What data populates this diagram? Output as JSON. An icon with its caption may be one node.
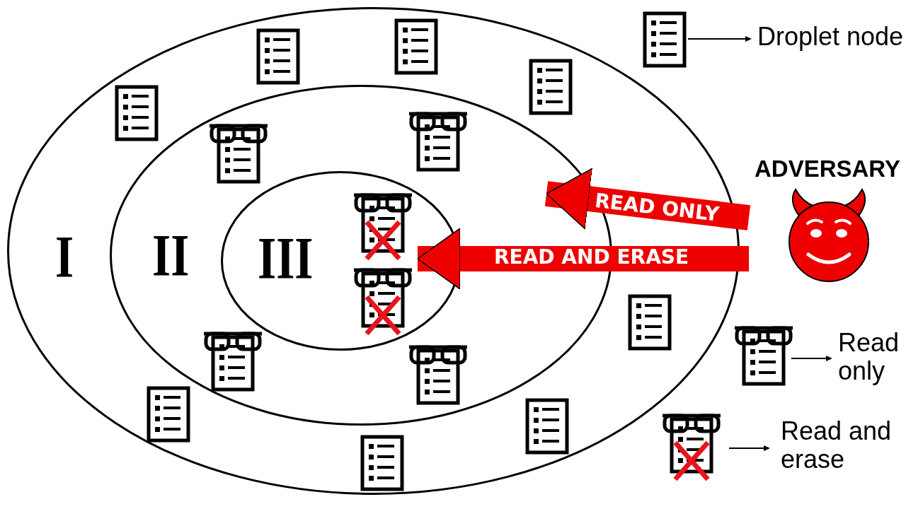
{
  "diagram": {
    "nodes": [
      {
        "text": [
          "I"
        ]
      },
      {
        "text": [
          "II"
        ],
        "in": 0
      },
      {
        "text": [
          "III"
        ],
        "in": 1
      },
      {
        "text": [
          "ADVERSARY"
        ]
      }
    ],
    "edges": [
      {
        "from": 3,
        "to": 1,
        "arrow": "to",
        "label": "READ ONLY"
      },
      {
        "from": 3,
        "to": 2,
        "arrow": "to",
        "label": "READ AND ERASE"
      }
    ],
    "legend": [
      {
        "text": "Droplet node"
      },
      {
        "text": "Read only"
      },
      {
        "text": "Read and erase"
      }
    ]
  }
}
